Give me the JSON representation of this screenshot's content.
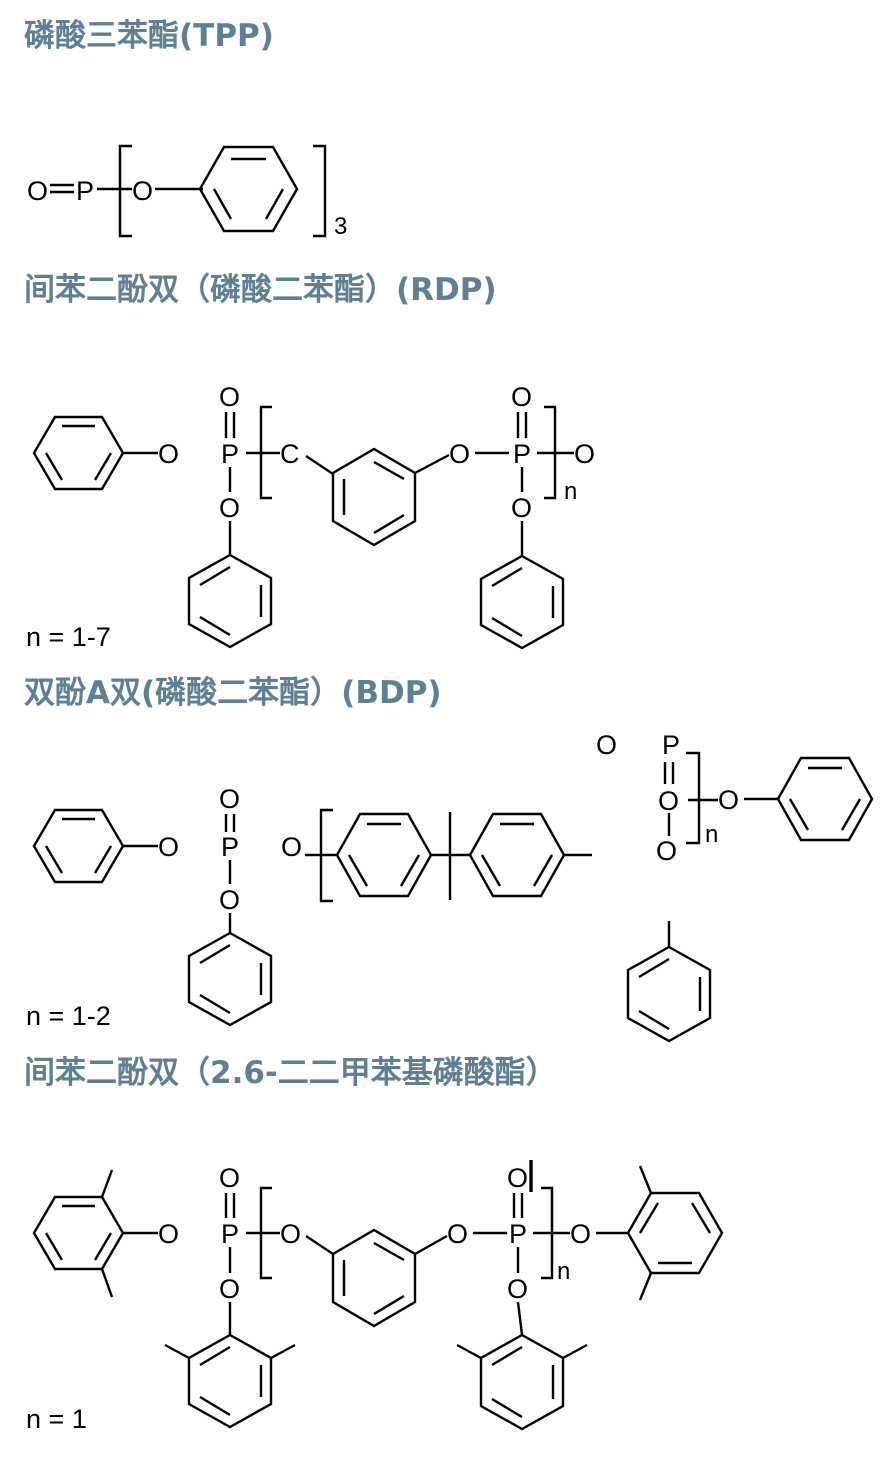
{
  "sections": [
    {
      "heading": "磷酸三苯酯(TPP)",
      "atoms": {
        "o_double": "O",
        "p": "P",
        "o_link": "O"
      },
      "repeat_subscript": "3",
      "n_label": ""
    },
    {
      "heading": "间苯二酚双（磷酸二苯酯）(RDP)",
      "atoms": {
        "o_left": "O",
        "o_top": "O",
        "p_left": "P",
        "o_below_left": "O",
        "c_link": "C",
        "o_mid": "O",
        "o_top_right": "O",
        "p_right": "P",
        "o_right": "O",
        "o_below_right": "O"
      },
      "repeat_subscript": "n",
      "n_label": "n = 1-7"
    },
    {
      "heading": "双酚A双(磷酸二苯酯）(BDP)",
      "atoms": {
        "o_left": "O",
        "o_top": "O",
        "p_left": "P",
        "o_below": "O",
        "o_link": "O",
        "o_float": "O",
        "p_right": "P",
        "o_r1": "O",
        "o_r2": "O",
        "o_r3": "O"
      },
      "repeat_subscript": "n",
      "n_label": "n = 1-2"
    },
    {
      "heading": "间苯二酚双（2.6-二二甲苯基磷酸酯）",
      "atoms": {
        "o_left": "O",
        "o_top": "O",
        "p_left": "P",
        "o_below_left": "O",
        "o_link": "O",
        "o_mid": "O",
        "o_top_right": "O",
        "p_right": "P",
        "o_right": "O",
        "o_below_right": "O"
      },
      "repeat_subscript": "n",
      "n_label": "n = 1"
    }
  ]
}
